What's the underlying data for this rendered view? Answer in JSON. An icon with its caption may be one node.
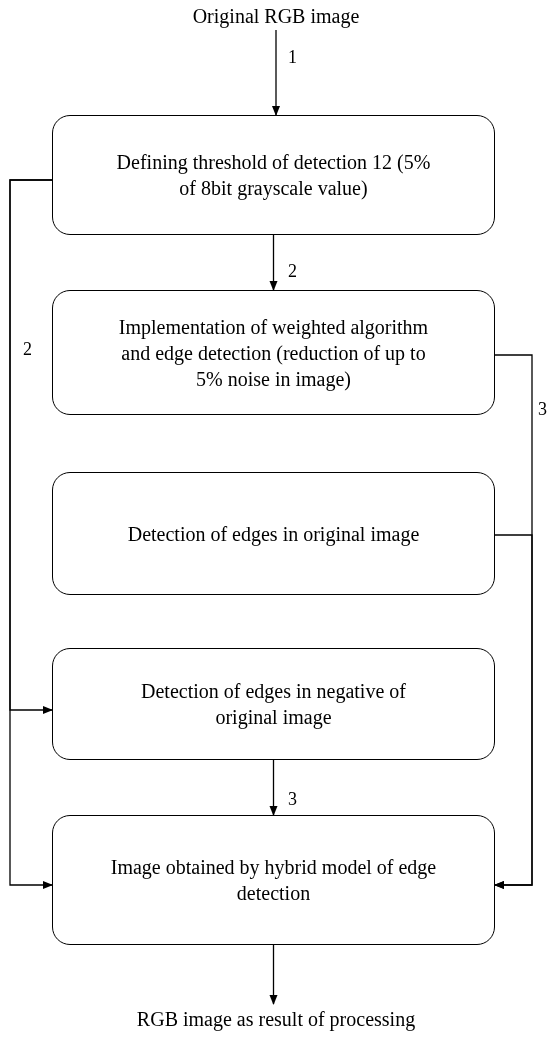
{
  "diagram": {
    "nodes": [
      {
        "text": [
          "Original RGB image"
        ]
      },
      {
        "text": [
          "Defining threshold of detection 12 (5% of 8bit grayscale value)"
        ]
      },
      {
        "text": [
          "Implementation of weighted algorithm and edge detection (reduction of up to 5% noise in image)"
        ]
      },
      {
        "text": [
          "Detection of edges in original image"
        ]
      },
      {
        "text": [
          "Detection of edges in negative of original image"
        ]
      },
      {
        "text": [
          "Image obtained by hybrid model of edge detection"
        ]
      },
      {
        "text": [
          "RGB image as result of processing"
        ]
      }
    ],
    "edges": [
      {
        "from": 0,
        "to": 1,
        "arrow": "to",
        "label": "1"
      },
      {
        "from": 1,
        "to": 2,
        "arrow": "to",
        "label": "2"
      },
      {
        "from": 1,
        "to": 4,
        "arrow": "to",
        "label": "2"
      },
      {
        "from": 1,
        "to": 5,
        "arrow": "to"
      },
      {
        "from": 2,
        "to": 5,
        "arrow": "to",
        "label": "3"
      },
      {
        "from": 3,
        "to": 5,
        "arrow": "to"
      },
      {
        "from": 4,
        "to": 5,
        "arrow": "to",
        "label": "3"
      },
      {
        "from": 5,
        "to": 6,
        "arrow": "to"
      }
    ]
  }
}
